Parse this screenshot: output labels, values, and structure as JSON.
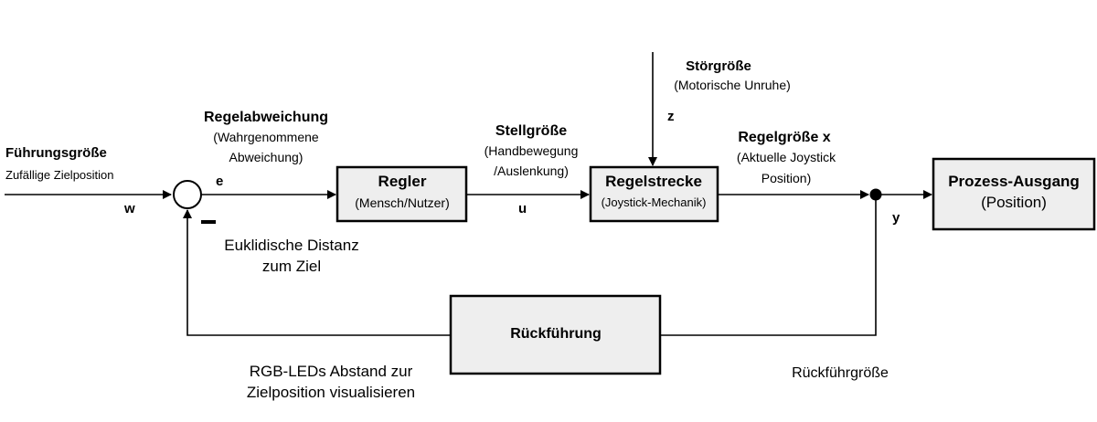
{
  "fuehrung": {
    "title": "Führungsgröße",
    "subtitle": "Zufällige Zielposition",
    "symbol": "w"
  },
  "regelabweichung": {
    "title": "Regelabweichung",
    "line1": "(Wahrgenommene",
    "line2": "Abweichung)",
    "symbol": "e"
  },
  "summing_point": {
    "minus_sign": "−"
  },
  "distanz": {
    "line1": "Euklidische Distanz",
    "line2": "zum Ziel"
  },
  "regler": {
    "title": "Regler",
    "subtitle": "(Mensch/Nutzer)"
  },
  "stellgroesse": {
    "title": "Stellgröße",
    "line1": "(Handbewegung",
    "line2": "/Auslenkung)",
    "symbol": "u"
  },
  "stoergroesse": {
    "title": "Störgröße",
    "subtitle": "(Motorische Unruhe)",
    "symbol": "z"
  },
  "regelstrecke": {
    "title": "Regelstrecke",
    "subtitle": "(Joystick-Mechanik)"
  },
  "regelgroesse": {
    "title": "Regelgröße x",
    "line1": "(Aktuelle Joystick",
    "line2": "Position)",
    "symbol": "y"
  },
  "prozess_ausgang": {
    "title": "Prozess-Ausgang",
    "subtitle": "(Position)"
  },
  "rueckfuehrung": {
    "title": "Rückführung"
  },
  "rueckfuehrgroesse": {
    "label": "Rückführgröße"
  },
  "rgb_leds": {
    "line1": "RGB-LEDs Abstand zur",
    "line2": "Zielposition visualisieren"
  },
  "colors": {
    "block_fill": "#eeeeee",
    "line": "#000000"
  }
}
